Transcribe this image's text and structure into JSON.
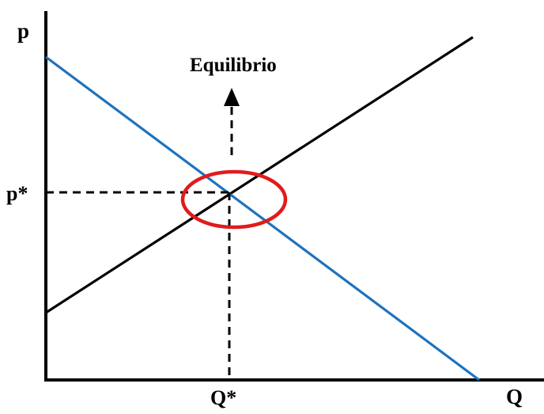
{
  "diagram": {
    "axis_y_label": "p",
    "axis_x_label": "Q",
    "equilibrium_price_label": "p*",
    "equilibrium_quantity_label": "Q*",
    "annotation": "Equilibrio",
    "colors": {
      "supply_line": "#000000",
      "demand_line": "#1e73be",
      "highlight_ellipse": "#e11b1b",
      "axes": "#000000",
      "guides": "#000000"
    }
  }
}
